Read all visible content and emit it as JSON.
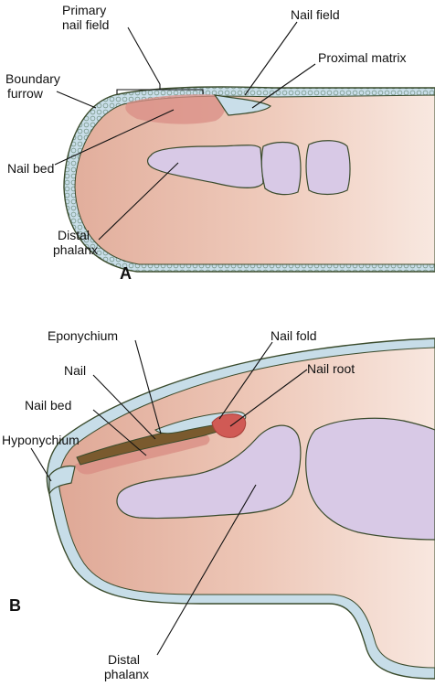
{
  "panel_a": {
    "panel_letter": "A",
    "labels": {
      "primary_nail_field_line1": "Primary",
      "primary_nail_field_line2": "nail field",
      "nail_field": "Nail field",
      "proximal_matrix": "Proximal matrix",
      "boundary_furrow_line1": "Boundary",
      "boundary_furrow_line2": "furrow",
      "nail_bed": "Nail bed",
      "distal_phalanx_line1": "Distal",
      "distal_phalanx_line2": "phalanx"
    }
  },
  "panel_b": {
    "panel_letter": "B",
    "labels": {
      "eponychium": "Eponychium",
      "nail_fold": "Nail fold",
      "nail": "Nail",
      "nail_root": "Nail root",
      "nail_bed": "Nail bed",
      "hyponychium": "Hyponychium",
      "distal_phalanx_line1": "Distal",
      "distal_phalanx_line2": "phalanx"
    }
  },
  "colors": {
    "skin": "#ecc3b3",
    "skin_light": "#f6e3d8",
    "bone": "#d8c9e6",
    "epithelium": "#c7dde8",
    "nail_pink": "#d98e85",
    "nail_root": "#d05a55",
    "nail_plate": "#7a5a2e",
    "outline": "#3a4b2c"
  }
}
